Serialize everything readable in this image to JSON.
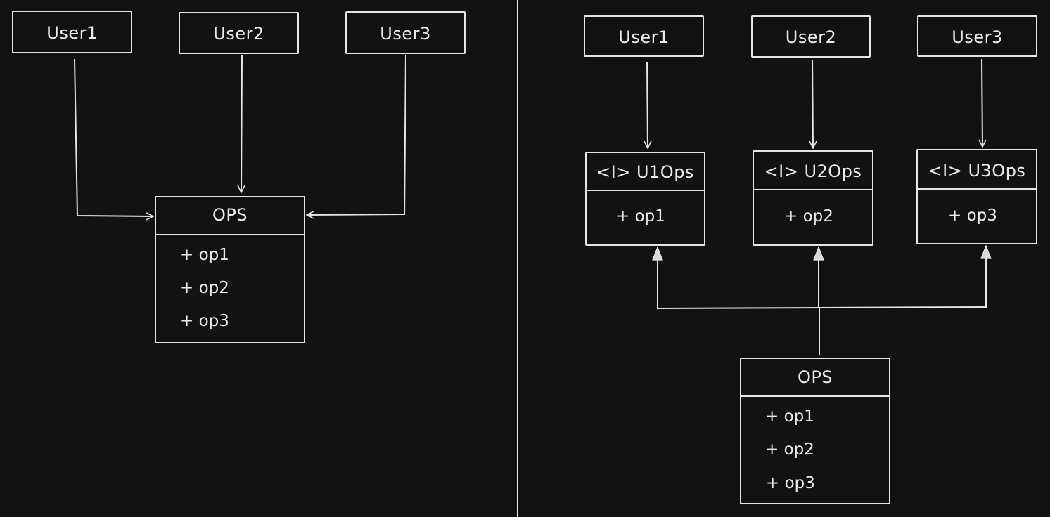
{
  "colors": {
    "background": "#121212",
    "stroke": "#e6e6e6",
    "text": "#ececec"
  },
  "left": {
    "users": [
      "User1",
      "User2",
      "User3"
    ],
    "ops": {
      "title": "OPS",
      "ops": [
        "+ op1",
        "+ op2",
        "+ op3"
      ]
    }
  },
  "right": {
    "users": [
      "User1",
      "User2",
      "User3"
    ],
    "interfaces": [
      {
        "title": "<I> U1Ops",
        "op": "+ op1"
      },
      {
        "title": "<I> U2Ops",
        "op": "+ op2"
      },
      {
        "title": "<I> U3Ops",
        "op": "+ op3"
      }
    ],
    "ops": {
      "title": "OPS",
      "ops": [
        "+ op1",
        "+ op2",
        "+ op3"
      ]
    }
  }
}
